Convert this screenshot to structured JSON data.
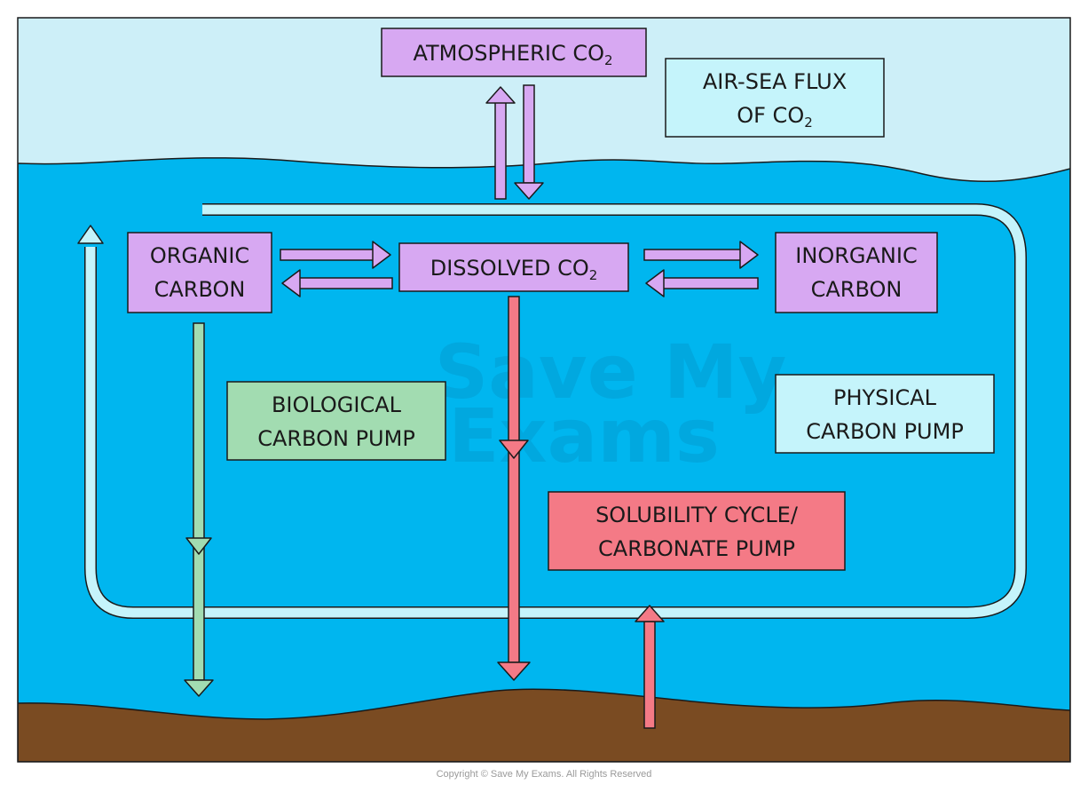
{
  "labels": {
    "atmospheric_co2": [
      "ATMOSPHERIC CO",
      "2"
    ],
    "air_sea_flux": [
      "AIR-SEA FLUX",
      "OF CO",
      "2"
    ],
    "organic_carbon": [
      "ORGANIC",
      "CARBON"
    ],
    "dissolved_co2": [
      "DISSOLVED CO",
      "2"
    ],
    "inorganic_carbon": [
      "INORGANIC",
      "CARBON"
    ],
    "biological_pump": [
      "BIOLOGICAL",
      "CARBON PUMP"
    ],
    "physical_pump": [
      "PHYSICAL",
      "CARBON PUMP"
    ],
    "solubility_cycle": [
      "SOLUBILITY CYCLE/",
      "CARBONATE PUMP"
    ]
  },
  "watermark": [
    "Save My",
    "Exams"
  ],
  "copyright": "Copyright © Save My Exams. All Rights Reserved",
  "colors": {
    "sky": "#cdeff8",
    "ocean": "#00b6ef",
    "seabed": "#7a4b22",
    "purple": "#d7a8f2",
    "cyan": "#c5f4fb",
    "green": "#a2dcb1",
    "red": "#f47a86",
    "outline": "#1a1a1a"
  }
}
